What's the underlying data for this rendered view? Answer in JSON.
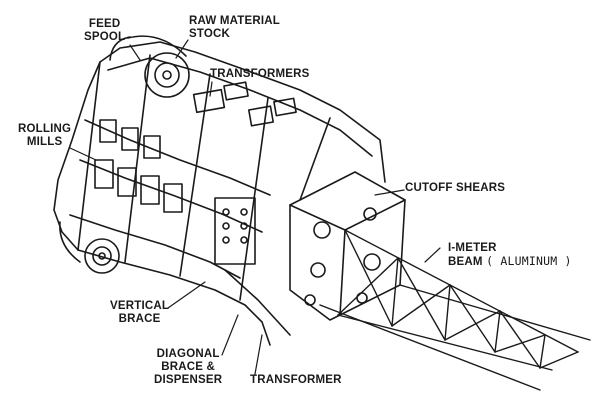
{
  "diagram": {
    "labels": {
      "feed_spool": [
        "FEED",
        "SPOOL"
      ],
      "raw_material_stock": [
        "RAW MATERIAL",
        "STOCK"
      ],
      "transformers_top": "TRANSFORMERS",
      "rolling_mills": [
        "ROLLING",
        "MILLS"
      ],
      "cutoff_shears": "CUTOFF SHEARS",
      "i_meter_beam": [
        "I-METER",
        "BEAM"
      ],
      "aluminum": "( ALUMINUM )",
      "vertical_brace": [
        "VERTICAL",
        "BRACE"
      ],
      "diagonal_brace": [
        "DIAGONAL",
        "BRACE &",
        "DISPENSER"
      ],
      "transformer_bottom": "TRANSFORMER"
    },
    "ink_color": "#1a1a1a"
  }
}
